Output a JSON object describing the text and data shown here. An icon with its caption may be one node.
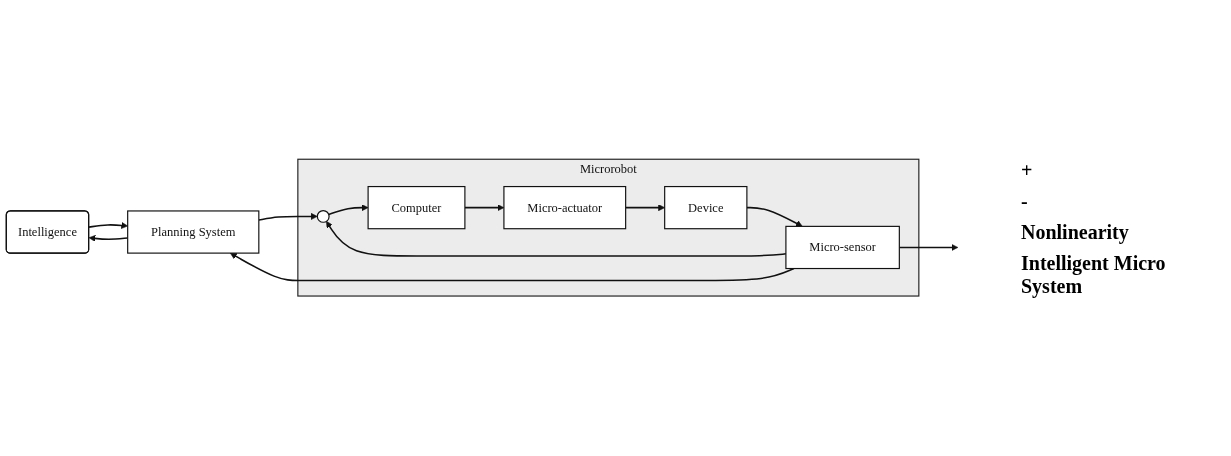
{
  "diagram": {
    "nodes": [
      {
        "text": [
          "Intelligence"
        ]
      },
      {
        "text": [
          "Planning System"
        ]
      },
      {
        "text": [
          "Microrobot"
        ]
      },
      {
        "text": [],
        "shape": "circle",
        "in": 2
      },
      {
        "text": [
          "Computer"
        ],
        "in": 2
      },
      {
        "text": [
          "Micro-actuator"
        ],
        "in": 2
      },
      {
        "text": [
          "Device"
        ],
        "in": 2
      },
      {
        "text": [
          "Micro-sensor"
        ],
        "in": 2
      }
    ],
    "edges": [
      {
        "from": 0,
        "to": 1,
        "arrow": "to"
      },
      {
        "from": 1,
        "to": 0,
        "arrow": "to"
      },
      {
        "from": 1,
        "to": 3,
        "arrow": "to"
      },
      {
        "from": 3,
        "to": 4,
        "arrow": "to"
      },
      {
        "from": 4,
        "to": 5,
        "arrow": "to"
      },
      {
        "from": 5,
        "to": 6,
        "arrow": "to"
      },
      {
        "from": 6,
        "to": 7,
        "arrow": "to"
      },
      {
        "from": 7,
        "to": null,
        "arrow": "to"
      },
      {
        "from": 7,
        "to": 3,
        "arrow": "to"
      },
      {
        "from": 7,
        "to": 1,
        "arrow": "to"
      }
    ],
    "labels": [
      "+",
      "-",
      "Nonlinearity",
      "Intelligent Micro System"
    ]
  }
}
